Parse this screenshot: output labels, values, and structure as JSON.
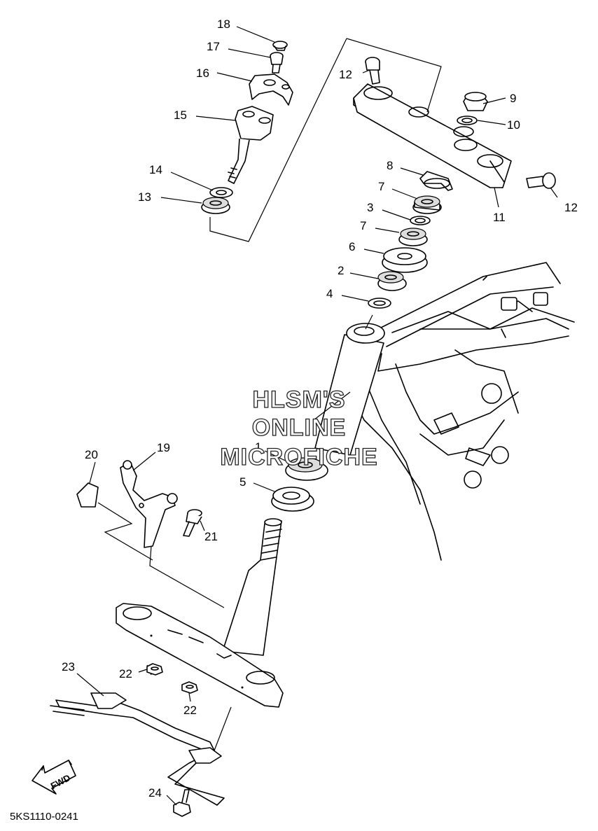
{
  "diagram_code": "5KS1110-0241",
  "fwd_label": "FWD",
  "watermark": [
    "HLSM'S",
    "ONLINE",
    "MICROFICHE"
  ],
  "callouts": [
    "18",
    "17",
    "16",
    "15",
    "14",
    "13",
    "12",
    "12",
    "9",
    "10",
    "8",
    "11",
    "7",
    "3",
    "7",
    "6",
    "2",
    "4",
    "1",
    "5",
    "20",
    "19",
    "21",
    "23",
    "22",
    "22",
    "24"
  ]
}
